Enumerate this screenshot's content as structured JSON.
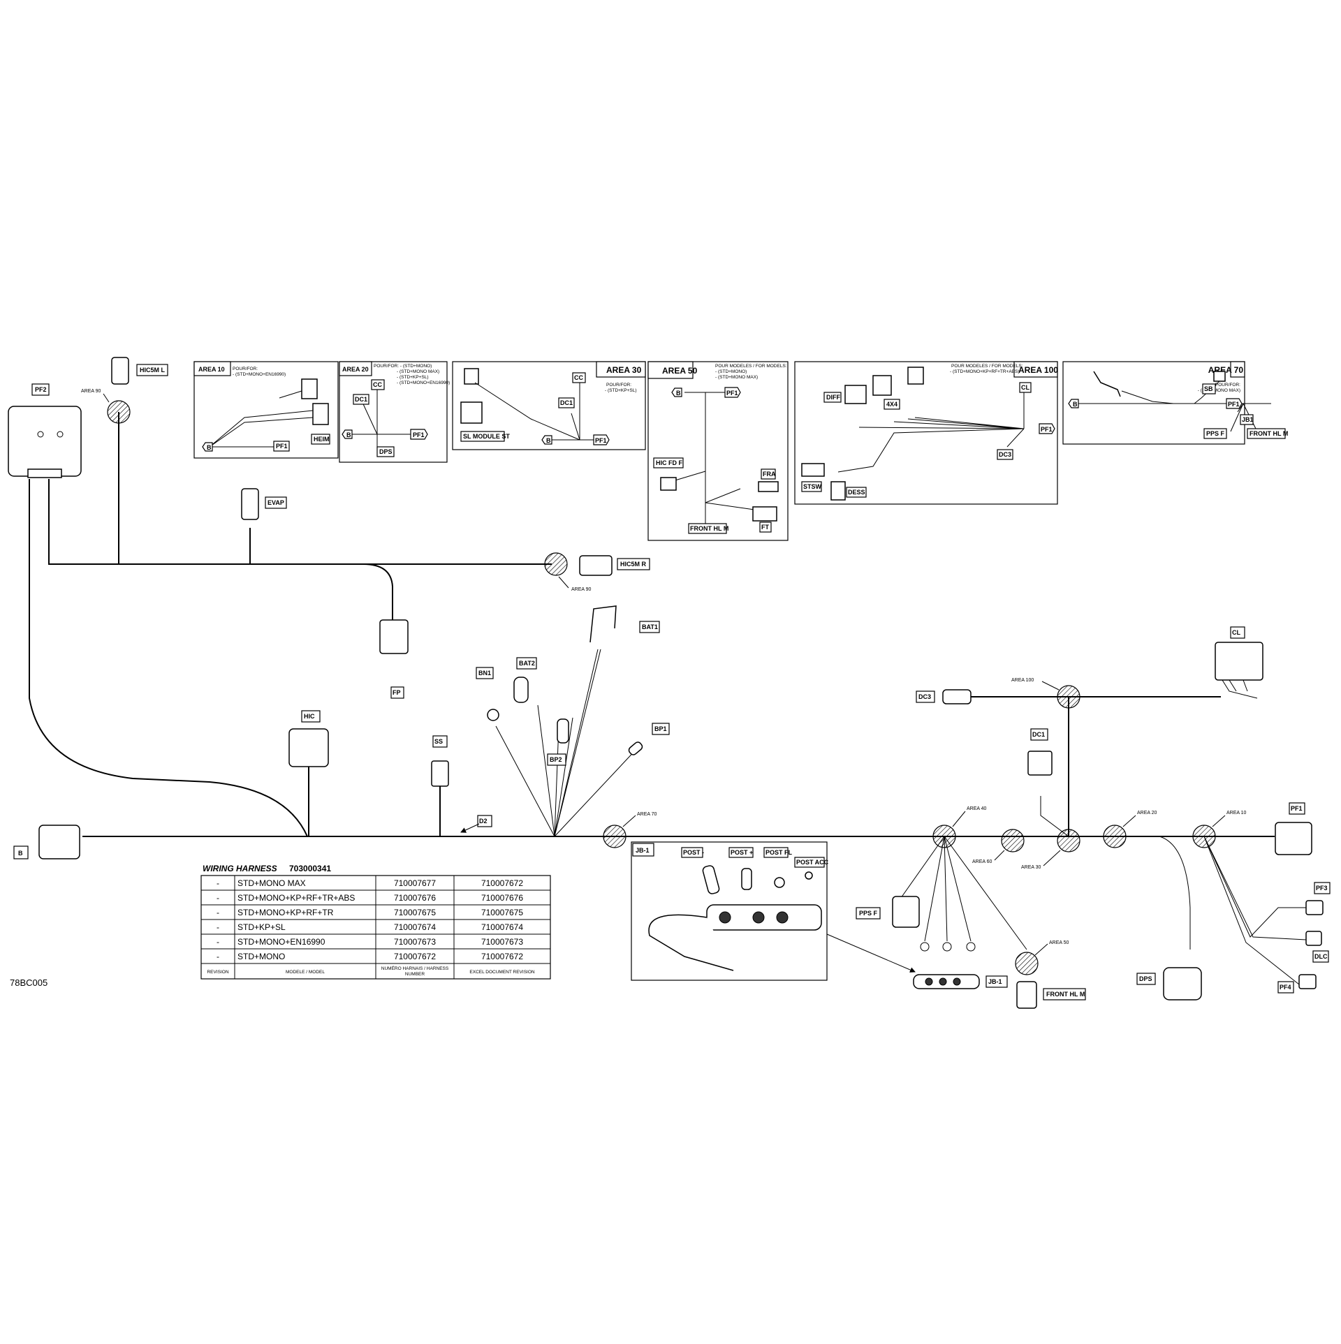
{
  "diagram_id": "78BC005",
  "harness": {
    "title": "WIRING HARNESS",
    "number": "703000341",
    "rows": [
      {
        "revision": "-",
        "model": "STD+MONO MAX",
        "harness_no": "710007677",
        "excel_rev": "710007672"
      },
      {
        "revision": "-",
        "model": "STD+MONO+KP+RF+TR+ABS",
        "harness_no": "710007676",
        "excel_rev": "710007676"
      },
      {
        "revision": "-",
        "model": "STD+MONO+KP+RF+TR",
        "harness_no": "710007675",
        "excel_rev": "710007675"
      },
      {
        "revision": "-",
        "model": "STD+KP+SL",
        "harness_no": "710007674",
        "excel_rev": "710007674"
      },
      {
        "revision": "-",
        "model": "STD+MONO+EN16990",
        "harness_no": "710007673",
        "excel_rev": "710007673"
      },
      {
        "revision": "-",
        "model": "STD+MONO",
        "harness_no": "710007672",
        "excel_rev": "710007672"
      }
    ],
    "headers": {
      "revision": "REVISION",
      "model": "MODELE / MODEL",
      "harness_no_1": "NUMÉRO HARNAIS / HARNESS",
      "harness_no_2": "NUMBER",
      "excel_rev": "EXCEL DOCUMENT REVISION"
    }
  },
  "connectors": {
    "pf2": "PF2",
    "hic5m_l": "HIC5M L",
    "evap": "EVAP",
    "hic5m_r": "HIC5M R",
    "fp": "FP",
    "hic": "HIC",
    "ss": "SS",
    "b": "B",
    "d2": "D2",
    "bn1": "BN1",
    "bat2": "BAT2",
    "bat1": "BAT1",
    "bp1": "BP1",
    "bp2": "BP2",
    "jb1": "JB-1",
    "post_neg": "POST -",
    "post_pos": "POST +",
    "post_fl": "POST FL",
    "post_acc": "POST ACC",
    "jb1_right": "JB-1",
    "pps_f": "PPS F",
    "front_hl_m": "FRONT HL M",
    "dc3": "DC3",
    "dc1": "DC1",
    "cl": "CL",
    "pf1": "PF1",
    "pf3": "PF3",
    "dlc": "DLC",
    "pf4": "PF4",
    "dps": "DPS"
  },
  "areas": {
    "a90_top": "AREA 90",
    "a90_right": "AREA 90",
    "a70": "AREA 70",
    "a40": "AREA 40",
    "a60": "AREA 60",
    "a100": "AREA 100",
    "a30": "AREA 30",
    "a20": "AREA 20",
    "a10": "AREA 10",
    "a50": "AREA 50"
  },
  "insets": {
    "area10": {
      "title": "AREA 10",
      "note1": "POUR/FOR:",
      "note2": "- (STD+MONO+EN16990)",
      "b": "B",
      "pf1": "PF1",
      "heim": "HEIM"
    },
    "area20": {
      "title": "AREA 20",
      "note1": "POUR/FOR: - (STD+MONO)",
      "note2": "- (STD+MONO MAX)",
      "note3": "- (STD+KP+SL)",
      "note4": "- (STD+MONO+EN16990)",
      "cc": "CC",
      "dc1": "DC1",
      "b": "B",
      "pf1": "PF1",
      "dps": "DPS"
    },
    "area30": {
      "title": "AREA 30",
      "note1": "POUR/FOR:",
      "note2": "- (STD+KP+SL)",
      "cc": "CC",
      "dc1": "DC1",
      "sl": "SL MODULE ST",
      "b": "B",
      "pf1": "PF1"
    },
    "area50": {
      "title": "AREA 50",
      "note1": "POUR MODELES / FOR MODELS:",
      "note2": "- (STD+MONO)",
      "note3": "- (STD+MONO MAX)",
      "b": "B",
      "pf1": "PF1",
      "hic_fd_f": "HIC FD F",
      "fra": "FRA",
      "ft": "FT",
      "front_hl_m": "FRONT HL M"
    },
    "area100": {
      "title": "AREA 100",
      "note1": "POUR MODELES / FOR MODELS:",
      "note2": "- (STD+MONO+KP+RF+TR+ABS)",
      "cl": "CL",
      "diff": "DIFF",
      "x4": "4X4",
      "pf1": "PF1",
      "dc3": "DC3",
      "stsw": "STSW",
      "dess": "DESS"
    },
    "area70": {
      "title": "AREA 70",
      "note1": "POUR/FOR:",
      "note2": "- (STD+MONO MAX)",
      "sb": "SB",
      "b": "B",
      "pf1": "PF1",
      "jb1": "JB1",
      "pps_f": "PPS F",
      "front_hl_m": "FRONT HL M"
    }
  }
}
